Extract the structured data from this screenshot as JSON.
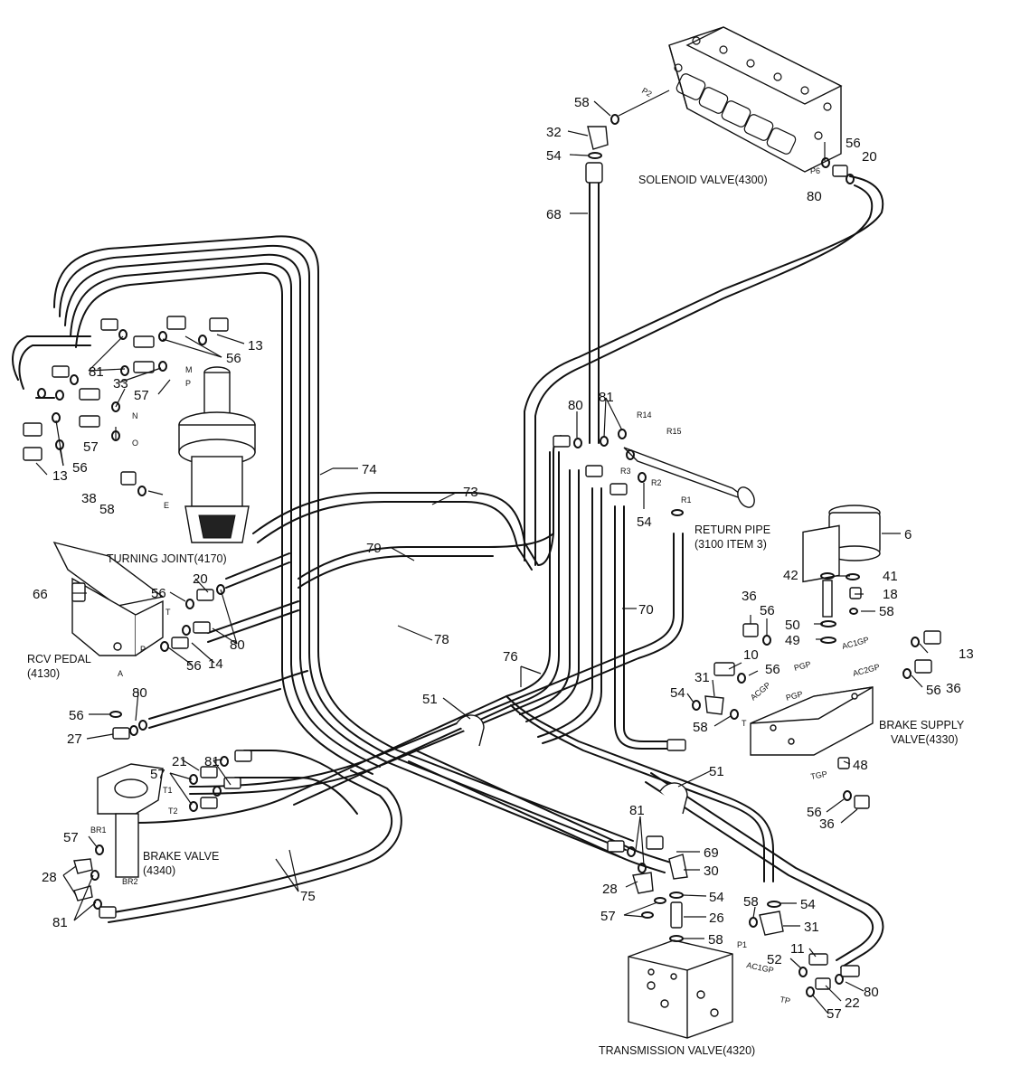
{
  "components": {
    "solenoid_valve": "SOLENOID VALVE(4300)",
    "turning_joint": "TURNING JOINT(4170)",
    "rcv_pedal_1": "RCV PEDAL",
    "rcv_pedal_2": "(4130)",
    "return_pipe_1": "RETURN PIPE",
    "return_pipe_2": "(3100 ITEM 3)",
    "brake_supply_1": "BRAKE SUPPLY",
    "brake_supply_2": "VALVE(4330)",
    "brake_valve_1": "BRAKE VALVE",
    "brake_valve_2": "(4340)",
    "transmission_valve": "TRANSMISSION VALVE(4320)"
  },
  "ports": {
    "p2": "P2",
    "p6": "P6",
    "r14": "R14",
    "r15": "R15",
    "r3": "R3",
    "r2": "R2",
    "r1": "R1",
    "m": "M",
    "p": "P",
    "n": "N",
    "o": "O",
    "e": "E",
    "t": "T",
    "pp": "P",
    "a": "A",
    "ac1gp": "AC1GP",
    "ac2gp": "AC2GP",
    "pgp": "PGP",
    "acgp": "ACGP",
    "t2": "T",
    "tgp": "TGP",
    "t1": "T1",
    "tt2": "T2",
    "br1": "BR1",
    "br2": "BR2",
    "p1": "P1",
    "ac1gp2": "AC1GP",
    "tp": "TP",
    "pgp_body": "PGP"
  },
  "callouts": [
    "58",
    "32",
    "54",
    "68",
    "56",
    "20",
    "80",
    "13",
    "56",
    "81",
    "33",
    "57",
    "57",
    "56",
    "13",
    "38",
    "58",
    "74",
    "73",
    "79",
    "81",
    "80",
    "54",
    "6",
    "42",
    "41",
    "18",
    "50",
    "58",
    "49",
    "36",
    "56",
    "10",
    "56",
    "13",
    "36",
    "56",
    "31",
    "54",
    "58",
    "48",
    "56",
    "36",
    "66",
    "20",
    "56",
    "80",
    "14",
    "56",
    "56",
    "80",
    "27",
    "78",
    "76",
    "51",
    "70",
    "21",
    "81",
    "57",
    "57",
    "28",
    "81",
    "75",
    "51",
    "81",
    "69",
    "30",
    "28",
    "54",
    "57",
    "26",
    "58",
    "58",
    "54",
    "31",
    "52",
    "11",
    "80",
    "22",
    "57"
  ]
}
